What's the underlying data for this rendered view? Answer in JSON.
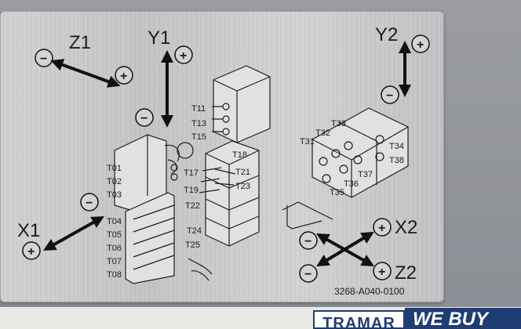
{
  "axes": {
    "z1": "Z1",
    "y1": "Y1",
    "y2": "Y2",
    "x1": "X1",
    "x2": "X2",
    "z2": "Z2"
  },
  "signs": {
    "plus": "+",
    "minus": "−"
  },
  "tools_left": [
    "T01",
    "T02",
    "T03",
    "T04",
    "T05",
    "T06",
    "T07",
    "T08"
  ],
  "tools_top": [
    "T11",
    "T13",
    "T15"
  ],
  "tools_mid": [
    "T17",
    "T18",
    "T19",
    "T21",
    "T22",
    "T23",
    "T24",
    "T25"
  ],
  "tools_right": [
    "T31",
    "T32",
    "T33",
    "T34",
    "T35",
    "T36",
    "T37",
    "T38"
  ],
  "part_number": "3268-A040-0100",
  "banner": {
    "brand": "TRAMAR",
    "slogan": "WE BUY"
  },
  "colors": {
    "plate": "#c9cacc",
    "ink": "#1c1c1c",
    "brand_blue": "#1f3c73"
  }
}
